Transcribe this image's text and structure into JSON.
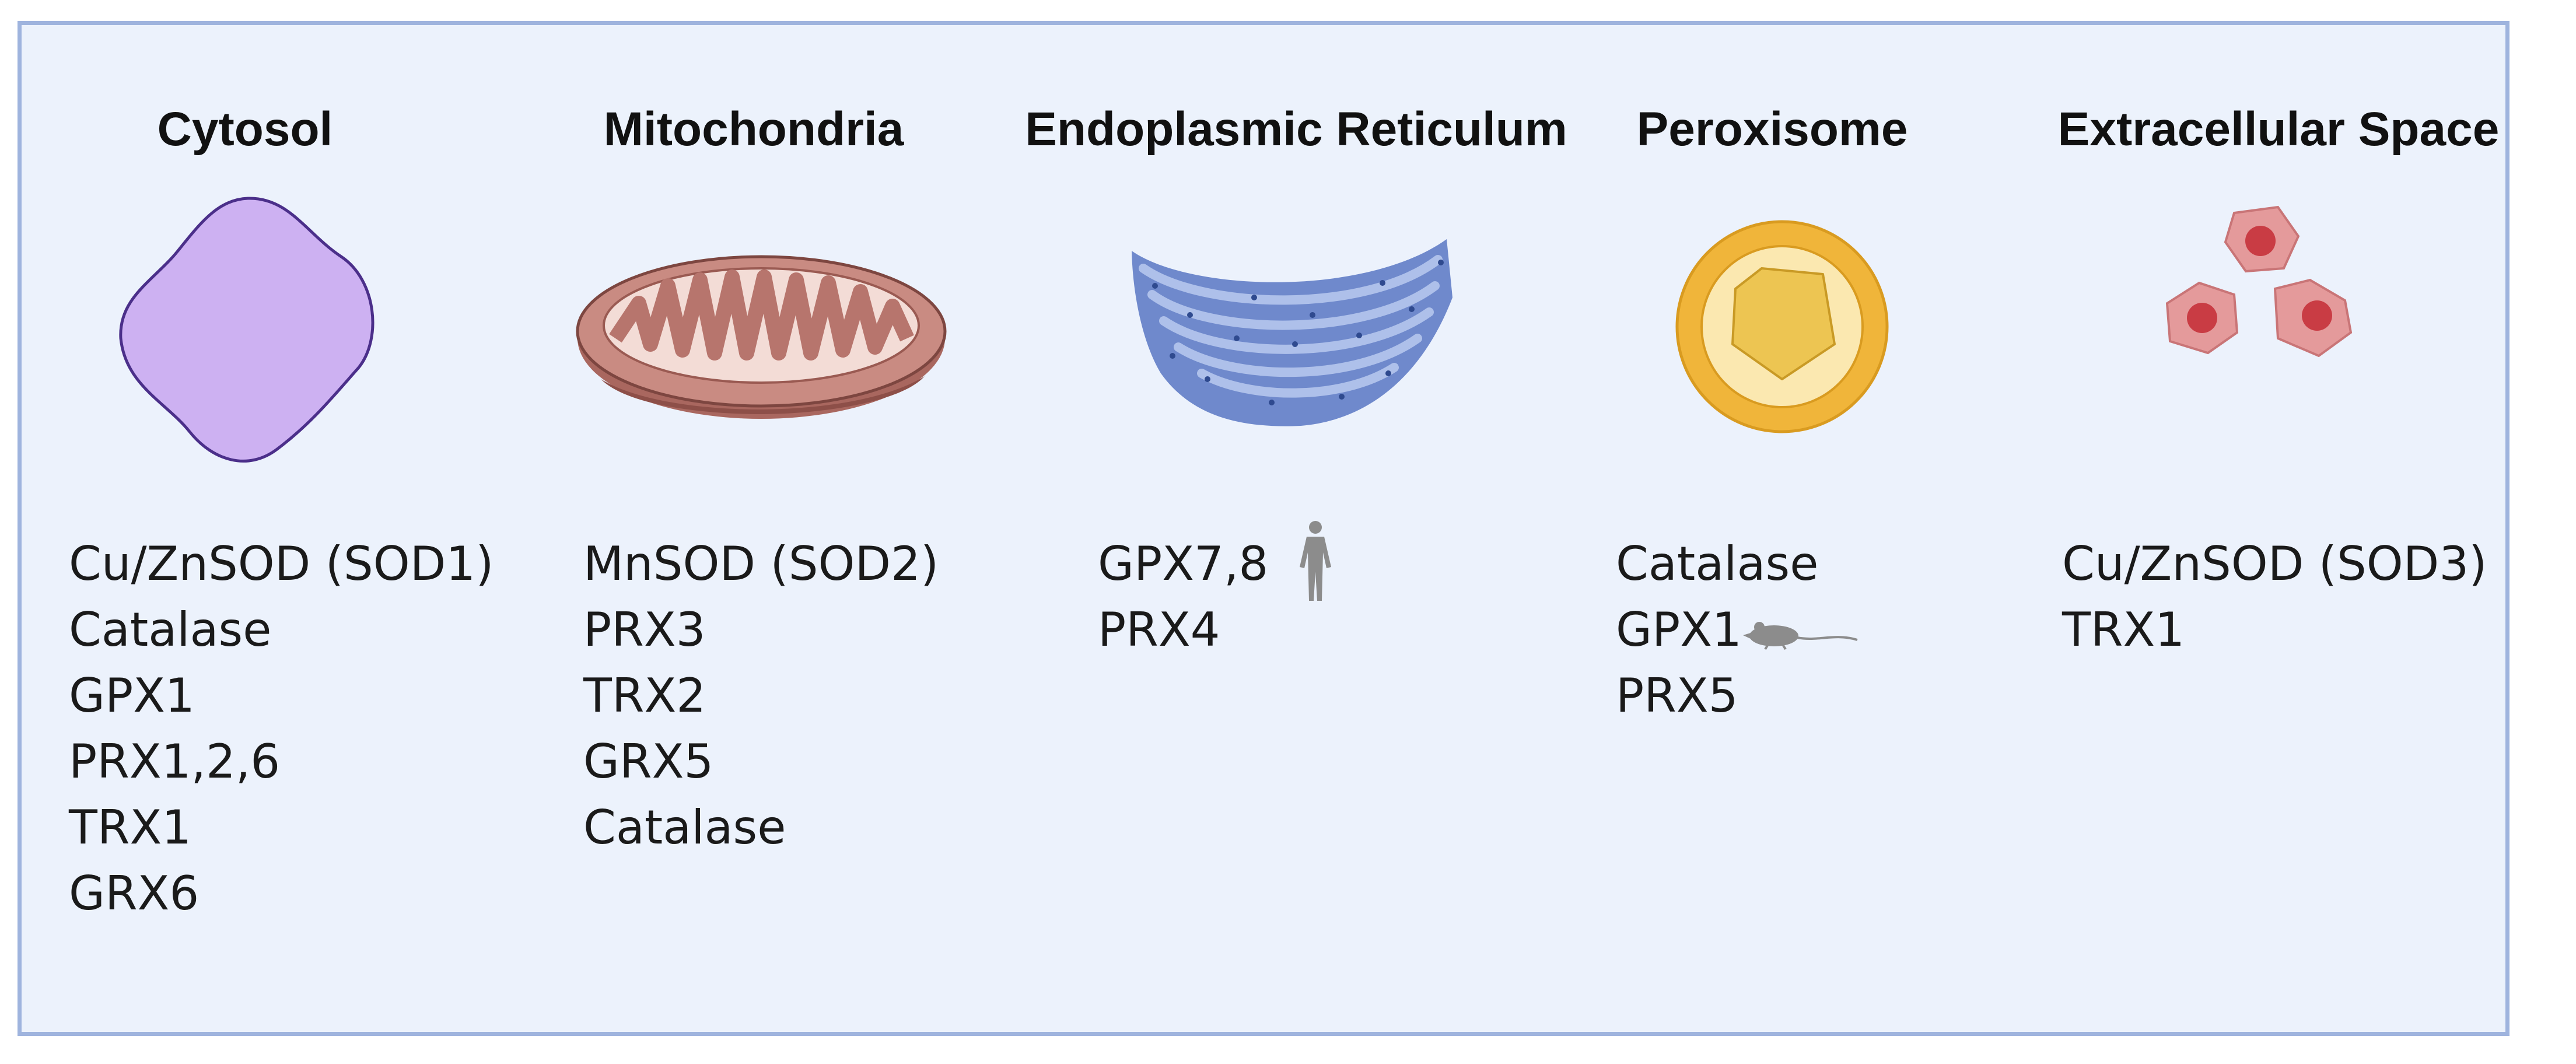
{
  "compartments": [
    {
      "title": "Cytosol",
      "icon": "cell-blob-icon",
      "items": [
        "Cu/ZnSOD (SOD1)",
        "Catalase",
        "GPX1",
        "PRX1,2,6",
        "TRX1",
        "GRX6"
      ]
    },
    {
      "title": "Mitochondria",
      "icon": "mitochondrion-icon",
      "items": [
        "MnSOD (SOD2)",
        "PRX3",
        "TRX2",
        "GRX5",
        "Catalase"
      ]
    },
    {
      "title": "Endoplasmic Reticulum",
      "icon": "endoplasmic-reticulum-icon",
      "items": [
        "GPX7,8",
        "PRX4"
      ],
      "markers": {
        "GPX7,8": "human-icon"
      }
    },
    {
      "title": "Peroxisome",
      "icon": "peroxisome-icon",
      "items": [
        "Catalase",
        "GPX1",
        "PRX5"
      ],
      "markers": {
        "GPX1": "mouse-icon"
      }
    },
    {
      "title": "Extracellular Space",
      "icon": "cells-cluster-icon",
      "items": [
        "Cu/ZnSOD (SOD3)",
        "TRX1"
      ]
    }
  ],
  "colors": {
    "panel_bg": "#ecf2fc",
    "panel_border": "#9fb4de",
    "cytosol_fill": "#cdb1f2",
    "cytosol_stroke": "#4b2f8a",
    "mito_outer": "#c98b82",
    "mito_inner": "#f3dcd6",
    "er_fill": "#7f98d6",
    "peroxisome_outer": "#f0b53a",
    "peroxisome_core": "#edc552",
    "cell_fill": "#e49a9b",
    "cell_nucleus": "#c93c44",
    "marker_gray": "#8c8c8c"
  }
}
